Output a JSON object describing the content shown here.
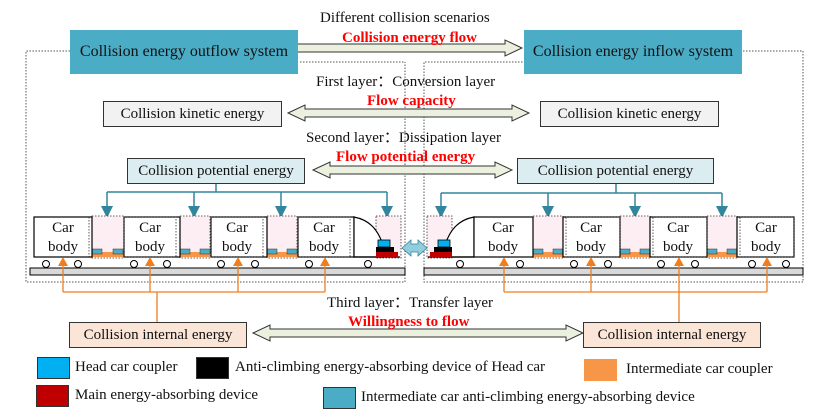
{
  "header": {
    "scenarios_label": "Different collision scenarios",
    "flow_label": "Collision energy flow"
  },
  "systems": {
    "outflow": "Collision energy outflow system",
    "inflow": "Collision energy inflow system"
  },
  "layers": {
    "first": {
      "label": "First layer：Conversion layer",
      "flow": "Flow capacity",
      "left_box": "Collision kinetic energy",
      "right_box": "Collision kinetic energy"
    },
    "second": {
      "label": "Second layer：Dissipation layer",
      "flow": "Flow potential energy",
      "left_box": "Collision potential energy",
      "right_box": "Collision potential energy"
    },
    "third": {
      "label": "Third layer：Transfer layer",
      "flow": "Willingness to flow",
      "left_box": "Collision internal energy",
      "right_box": "Collision internal energy"
    }
  },
  "cars": {
    "label_line1": "Car",
    "label_line2": "body",
    "left_train_count": 4,
    "right_train_count": 4
  },
  "legend": [
    {
      "label": "Head car coupler",
      "color": "#00b0f0"
    },
    {
      "label": "Anti-climbing energy-absorbing device of Head car",
      "color": "#000000"
    },
    {
      "label": "Intermediate car coupler",
      "color": "#f79646"
    },
    {
      "label": "Main energy-absorbing device",
      "color": "#c00000"
    },
    {
      "label": "Intermediate car anti-climbing energy-absorbing device",
      "color": "#4bacc6"
    }
  ],
  "colors": {
    "system_box": "#4bacc6",
    "flow_text": "#ff0000",
    "potential_arrow": "#31859c",
    "internal_arrow": "#f07d1e",
    "double_arrow_fill": "#ebf1de",
    "collision_arrow": "#92cddc"
  }
}
